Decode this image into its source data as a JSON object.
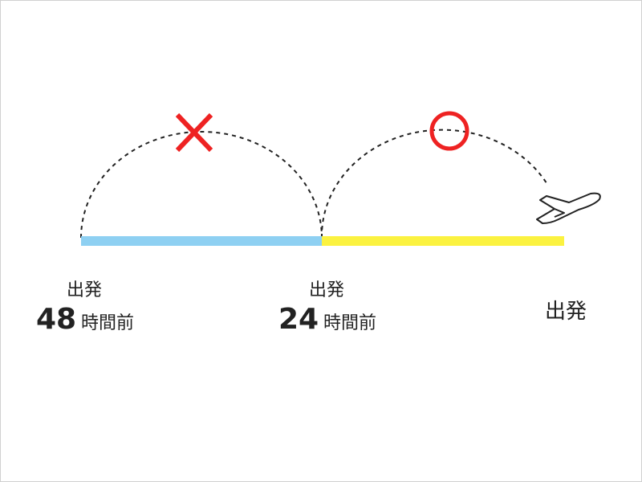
{
  "colors": {
    "segment_48_24": "#8ed0f2",
    "segment_24_0": "#fbf240",
    "mark": "#ee2222",
    "dash": "#222222"
  },
  "milestones": [
    {
      "label": "出発",
      "number": "48",
      "unit": "時間前"
    },
    {
      "label": "出発",
      "number": "24",
      "unit": "時間前"
    },
    {
      "label": "出発"
    }
  ],
  "marks": {
    "first_arc": "cross-icon",
    "second_arc": "circle-icon"
  }
}
